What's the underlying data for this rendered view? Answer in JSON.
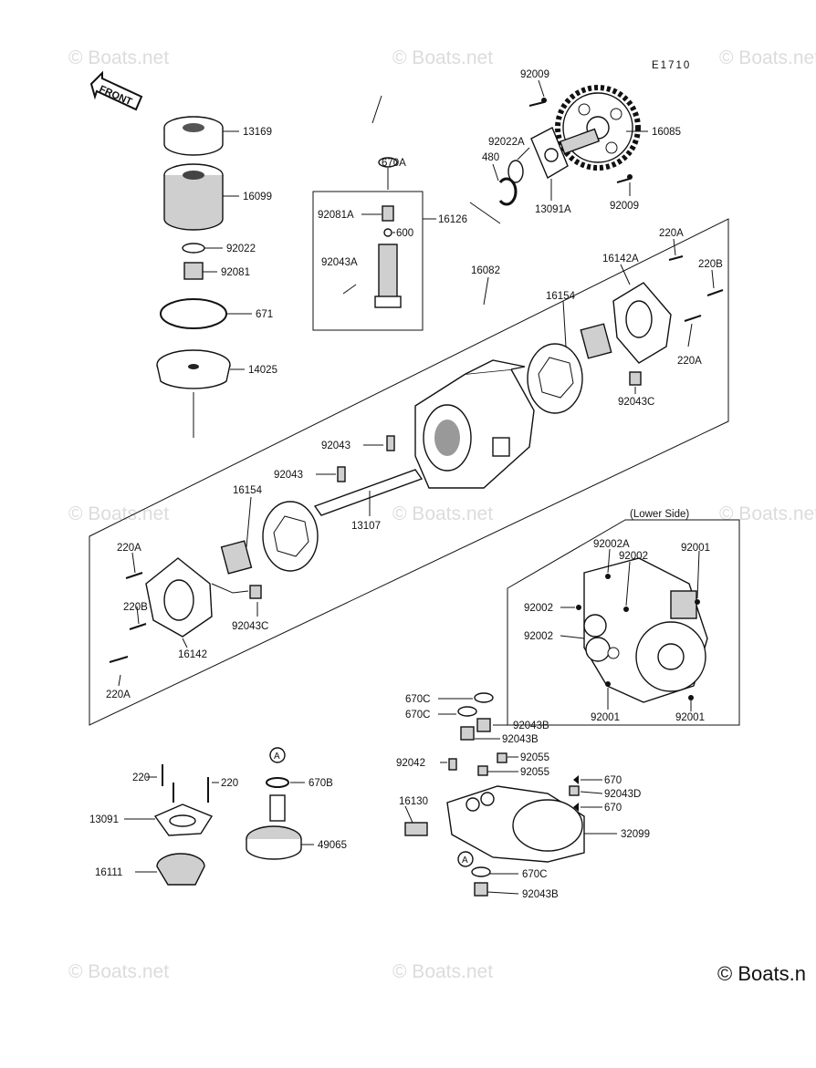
{
  "diagram_code": "E1710",
  "front_label": "FRONT",
  "lower_side_label": "(Lower Side)",
  "circle_marker": "A",
  "watermark": "© Boats.net",
  "corner_watermark": "© Boats.n",
  "parts": {
    "p13169": "13169",
    "p16099": "16099",
    "p92022": "92022",
    "p92081": "92081",
    "p671": "671",
    "p14025": "14025",
    "p670A": "670A",
    "p92081A": "92081A",
    "p16126": "16126",
    "p600": "600",
    "p92043A": "92043A",
    "p92009_top": "92009",
    "p92022A": "92022A",
    "p480": "480",
    "p16085": "16085",
    "p13091A": "13091A",
    "p92009_bot": "92009",
    "p220A_tr": "220A",
    "p16142A": "16142A",
    "p220B_tr": "220B",
    "p16082": "16082",
    "p16154_r": "16154",
    "p220A_r": "220A",
    "p92043C_r": "92043C",
    "p92043_a": "92043",
    "p92043_b": "92043",
    "p16154_l": "16154",
    "p13107": "13107",
    "p220A_l1": "220A",
    "p220B_l": "220B",
    "p92043C_l": "92043C",
    "p16142": "16142",
    "p220A_l2": "220A",
    "p92002A": "92002A",
    "p92002_1": "92002",
    "p92001_1": "92001",
    "p92002_2": "92002",
    "p92002_3": "92002",
    "p92001_2": "92001",
    "p92001_3": "92001",
    "p670C_1": "670C",
    "p670C_2": "670C",
    "p92043B_1": "92043B",
    "p92043B_2": "92043B",
    "p92042": "92042",
    "p92055_1": "92055",
    "p92055_2": "92055",
    "p670_1": "670",
    "p92043D": "92043D",
    "p670_2": "670",
    "p16130": "16130",
    "p32099": "32099",
    "p670C_3": "670C",
    "p92043B_3": "92043B",
    "p220_l": "220",
    "p220_r": "220",
    "p13091": "13091",
    "p16111": "16111",
    "p670B": "670B",
    "p49065": "49065"
  }
}
